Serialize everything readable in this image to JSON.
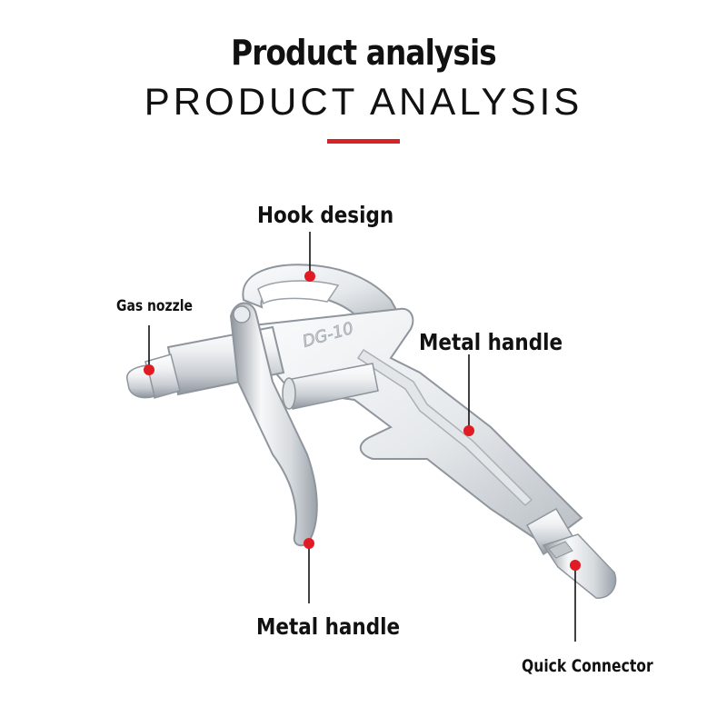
{
  "header": {
    "title": "Product analysis",
    "subtitle": "PRODUCT ANALYSIS",
    "accent_color": "#d7222a"
  },
  "product": {
    "model_mark": "DG-10",
    "illustration": "air-blow-gun"
  },
  "callouts": {
    "hook": "Hook design",
    "nozzle": "Gas nozzle",
    "body_handle": "Metal handle",
    "trigger_handle": "Metal handle",
    "connector": "Quick Connector"
  },
  "colors": {
    "marker": "#e01b24",
    "leader_line": "#111111",
    "metal_light": "#f2f4f6",
    "metal_dark": "#9aa1a8"
  }
}
